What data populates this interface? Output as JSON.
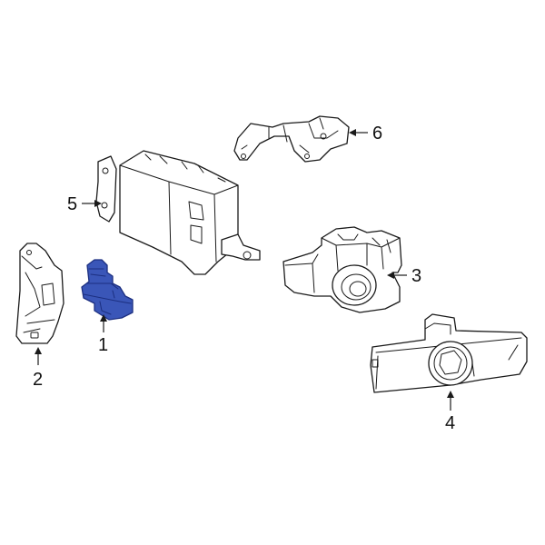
{
  "colors": {
    "highlight": "#3a56b8",
    "highlight_stroke": "#1c2f80",
    "line": "#1a1a1a",
    "background": "#ffffff"
  },
  "callouts": {
    "part1": "1",
    "part2": "2",
    "part3": "3",
    "part4": "4",
    "part5": "5",
    "part6": "6"
  }
}
